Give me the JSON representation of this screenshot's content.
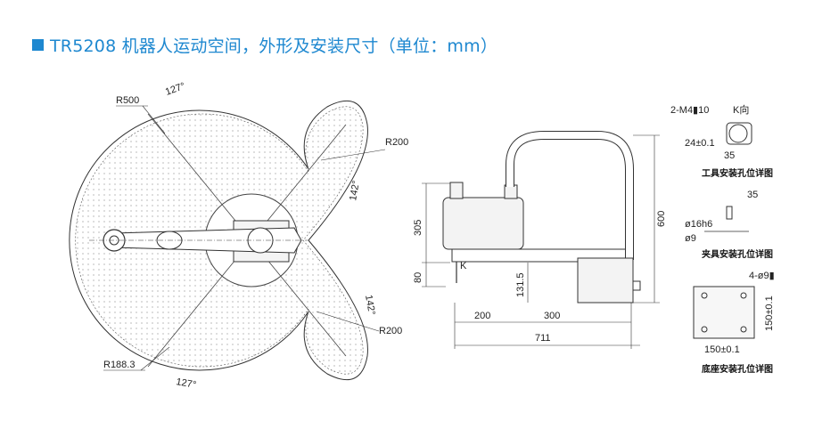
{
  "header": {
    "title": "TR5208 机器人运动空间，外形及安装尺寸（单位：mm）",
    "accent_color": "#1e88d0"
  },
  "workspace": {
    "r_outer": "R500",
    "angle_top": "127°",
    "angle_bottom": "127°",
    "r_inner_top": "R200",
    "r_inner_bottom": "R200",
    "angle_side_top": "142°",
    "angle_side_bottom": "142°",
    "r_min": "R188.3"
  },
  "side_view": {
    "h_305": "305",
    "h_80": "80",
    "h_131_5": "131.5",
    "h_600": "600",
    "w_200": "200",
    "w_300": "300",
    "w_711": "711",
    "k_label": "K"
  },
  "details": {
    "tool": {
      "thread": "2-M4▮10",
      "k_dir": "K向",
      "d24": "24±0.1",
      "d35": "35",
      "caption": "工具安装孔位详图"
    },
    "clamp": {
      "d35": "35",
      "shaft": "ø16h6",
      "hole": "ø9",
      "caption": "夹具安装孔位详图"
    },
    "base": {
      "holes": "4-ø9▮",
      "d150v": "150±0.1",
      "d150h": "150±0.1",
      "caption": "底座安装孔位详图"
    }
  }
}
